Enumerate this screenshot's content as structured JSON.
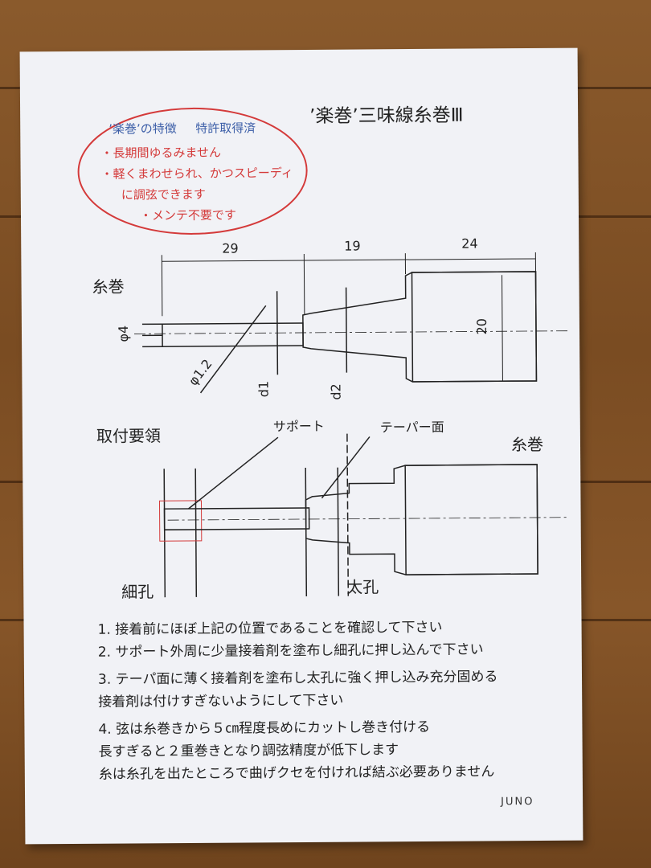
{
  "title": "’楽巻’三味線糸巻Ⅲ",
  "features": {
    "heading": "’楽巻’の特徴",
    "patent": "特許取得済",
    "items": [
      "・長期間ゆるみません",
      "・軽くまわせられ、かつスピーディ",
      "に調弦できます",
      "・メンテ不要です"
    ]
  },
  "drawing": {
    "label_top": "糸巻",
    "label_mount": "取付要領",
    "label_peg2": "糸巻",
    "dims": {
      "a": "29",
      "b": "19",
      "c": "24",
      "height": "20",
      "shaft": "φ4",
      "hole": "φ1.2",
      "d1": "d1",
      "d2": "d2"
    },
    "callouts": {
      "support": "サポート",
      "taper": "テーパー面",
      "small_hole": "細孔",
      "large_hole": "太孔"
    }
  },
  "steps": [
    "1.  接着前にほぼ上記の位置であることを確認して下さい",
    "2.  サポート外周に少量接着剤を塗布し細孔に押し込んで下さい",
    "3.  テーパ面に薄く接着剤を塗布し太孔に強く押し込み充分固める",
    "      接着剤は付けすぎないようにして下さい",
    "4.  弦は糸巻きから５㎝程度長めにカットし巻き付ける",
    "      長すぎると２重巻きとなり調弦精度が低下します",
    "      糸は糸孔を出たところで曲げクセを付ければ結ぶ必要ありません"
  ],
  "signature": "JUNO",
  "colors": {
    "paper": "#f1f2f6",
    "ink": "#222222",
    "stamp_red": "#d43a3a",
    "stamp_blue": "#3d5fa8"
  }
}
